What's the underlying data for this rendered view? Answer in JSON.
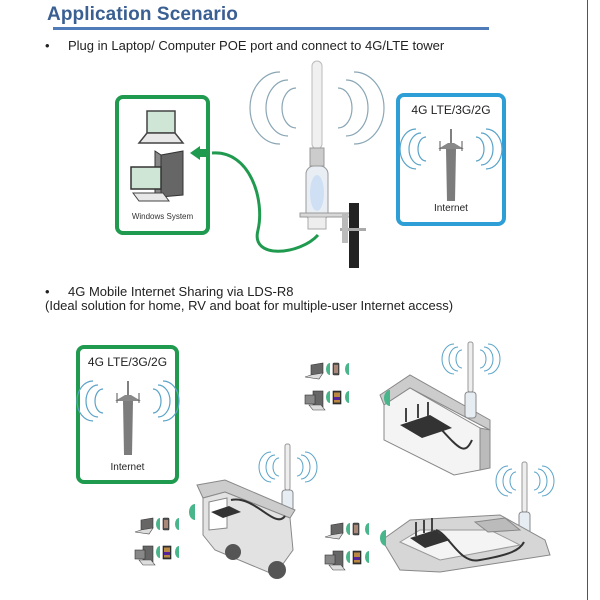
{
  "header": {
    "title": "Application Scenario"
  },
  "section1": {
    "bullet": "•",
    "text": "Plug in Laptop/ Computer POE port and connect to 4G/LTE tower",
    "client_panel": {
      "label": "Windows System",
      "icons": [
        "laptop-icon",
        "desktop-computer-icon"
      ]
    },
    "device": "outdoor-lte-antenna",
    "tower_panel": {
      "network_label": "4G LTE/3G/2G",
      "caption": "Internet"
    },
    "colors": {
      "cable": "#1f9a4e",
      "client_border": "#1f9a4e",
      "tower_border": "#2e9fd6"
    }
  },
  "section2": {
    "bullet": "•",
    "text": "4G Mobile Internet Sharing via LDS-R8",
    "subtext": "(Ideal solution for home, RV and boat for multiple-user Internet access)",
    "tower_panel": {
      "network_label": "4G LTE/3G/2G",
      "caption": "Internet"
    },
    "scenes": [
      "home",
      "rv",
      "boat"
    ],
    "client_devices": [
      "laptop",
      "phone",
      "desktop",
      "tablet"
    ]
  },
  "colors": {
    "title": "#3a5f92",
    "title_rule": "#4f7cb8",
    "signal_waves": "#5aa3c8",
    "wifi_waves": "#49b58a"
  }
}
